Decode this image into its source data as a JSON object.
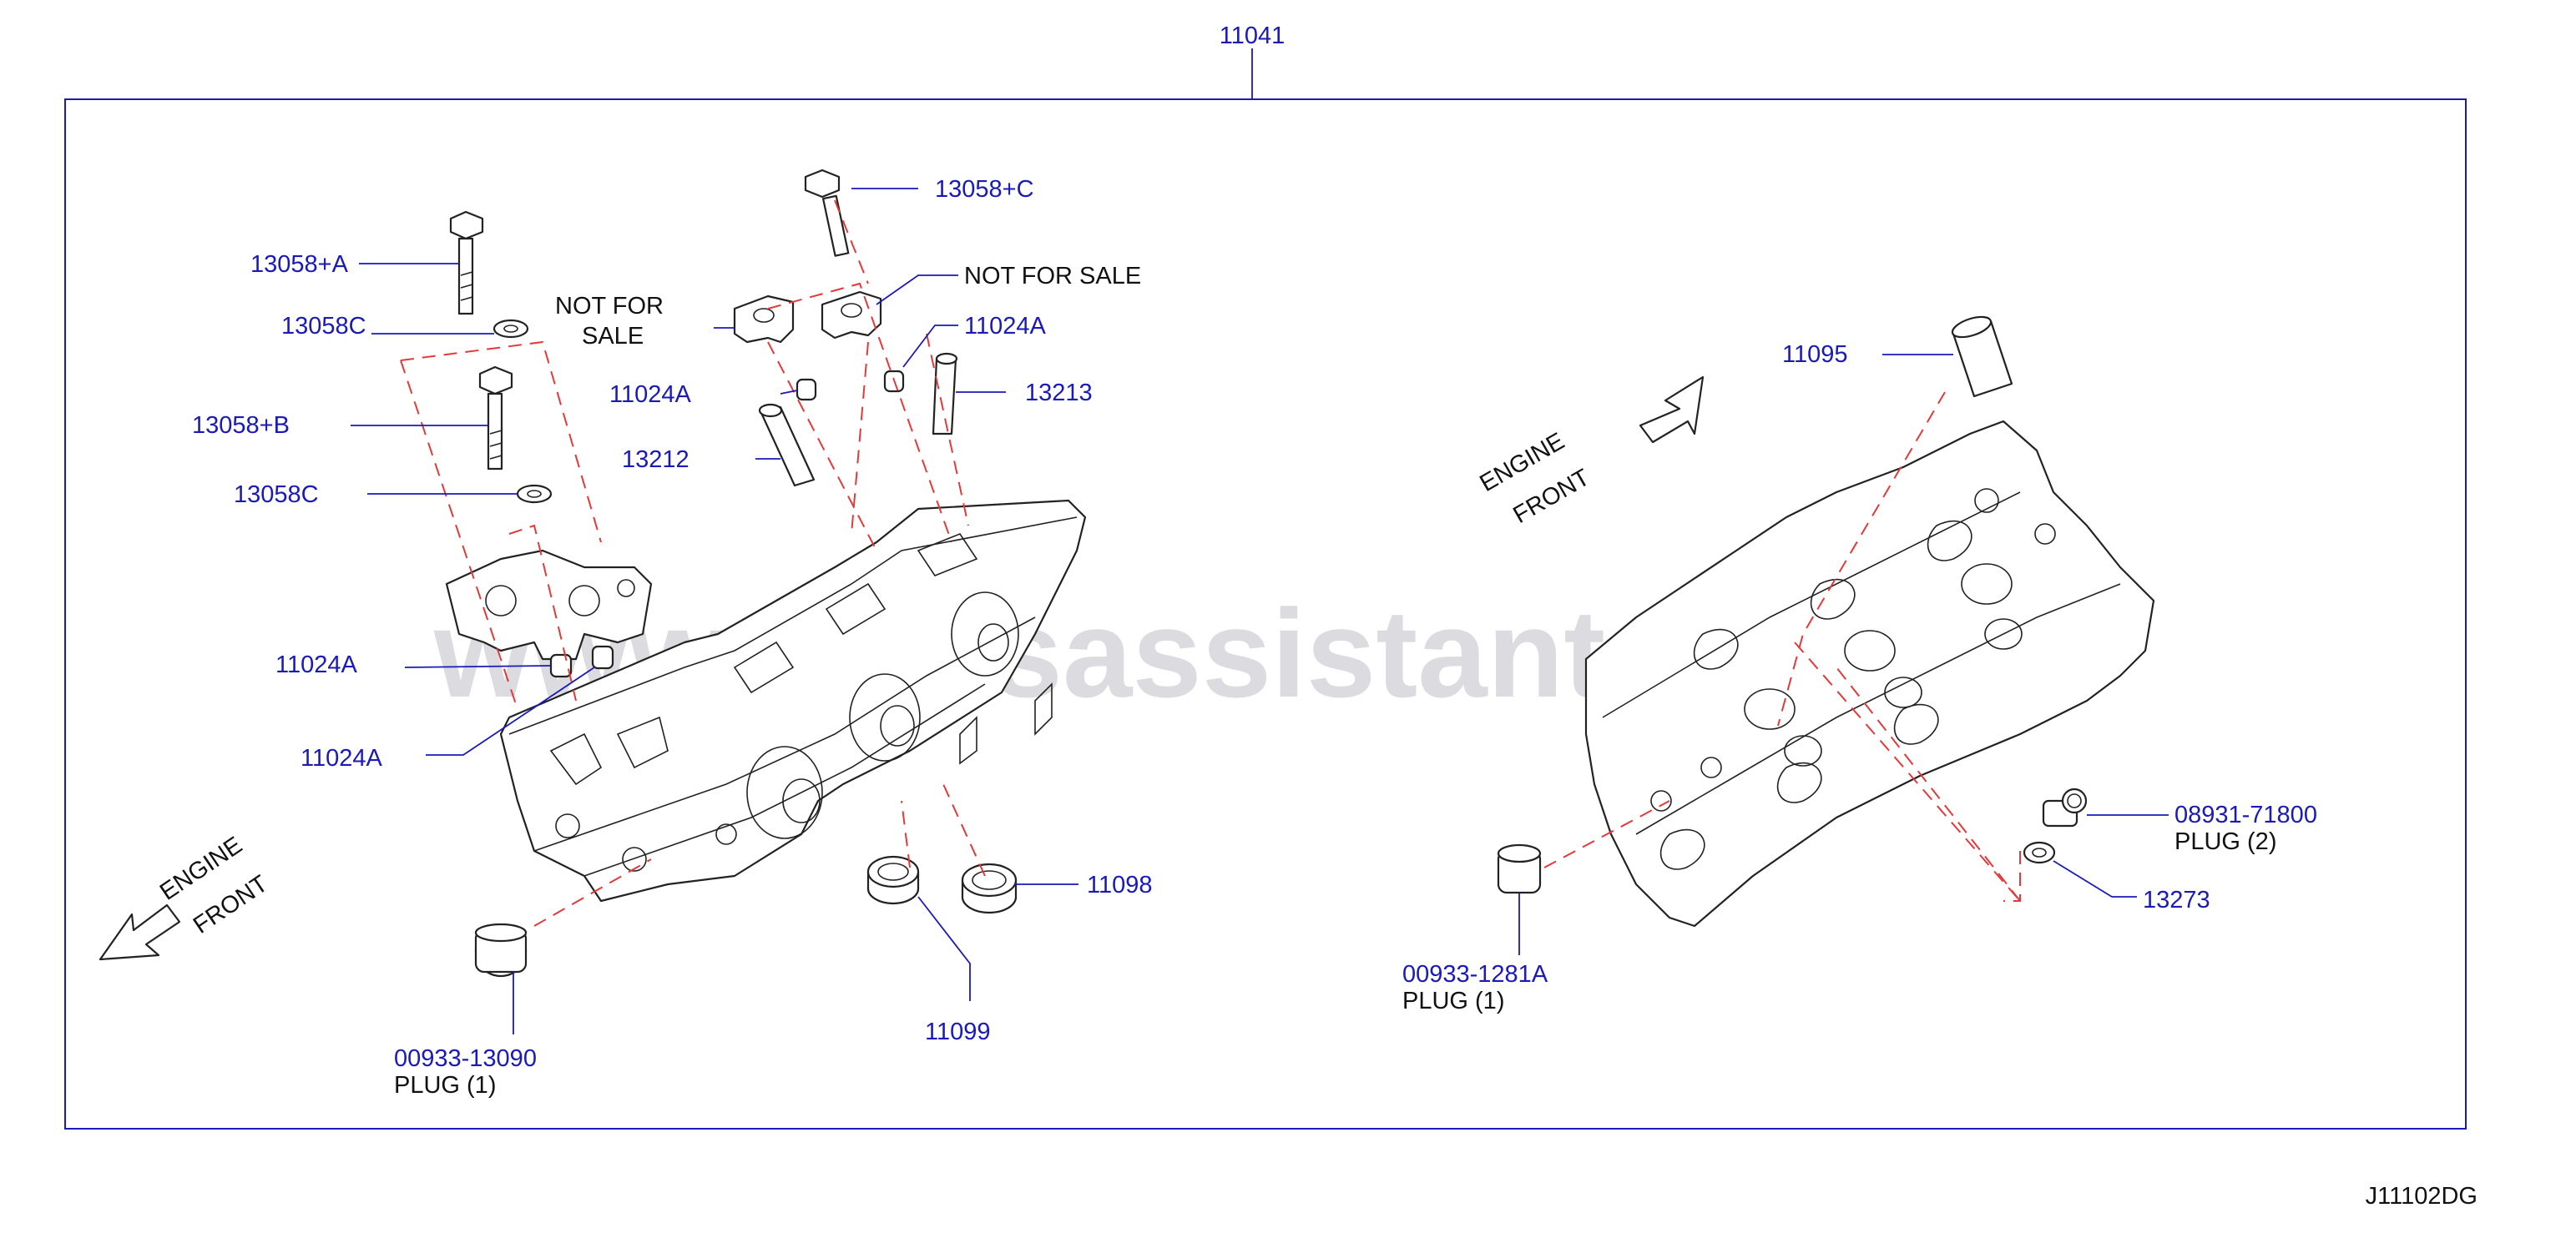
{
  "diagram_id": "J11102DG",
  "assembly": {
    "part_no": "11041"
  },
  "watermark": "www.partsassistant.com",
  "engine_front": {
    "line1": "ENGINE",
    "line2": "FRONT"
  },
  "not_for_sale": {
    "line1": "NOT  FOR",
    "line2": "SALE",
    "single": "NOT  FOR  SALE"
  },
  "callouts": {
    "p13058_a": "13058+A",
    "p13058c_1": "13058C",
    "p13058_b": "13058+B",
    "p13058c_2": "13058C",
    "p11024a_1": "11024A",
    "p11024a_2": "11024A",
    "p11024a_3": "11024A",
    "p11024a_4": "11024A",
    "p13212": "13212",
    "p13213": "13213",
    "p13058_c": "13058+C",
    "p11098": "11098",
    "p11099": "11099",
    "p00933_13090": "00933-13090",
    "p11095": "11095",
    "p08931_71800": "08931-71800",
    "p13273": "13273",
    "p00933_1281a": "00933-1281A"
  },
  "plug_labels": {
    "left": "PLUG   (1)",
    "right_bottom": "PLUG   (1)",
    "right_side": "PLUG   (2)"
  },
  "colors": {
    "callout": "#1a1ab8",
    "frame": "#1a1ab8",
    "center_line": "#e23a3a",
    "ink": "#222222"
  }
}
